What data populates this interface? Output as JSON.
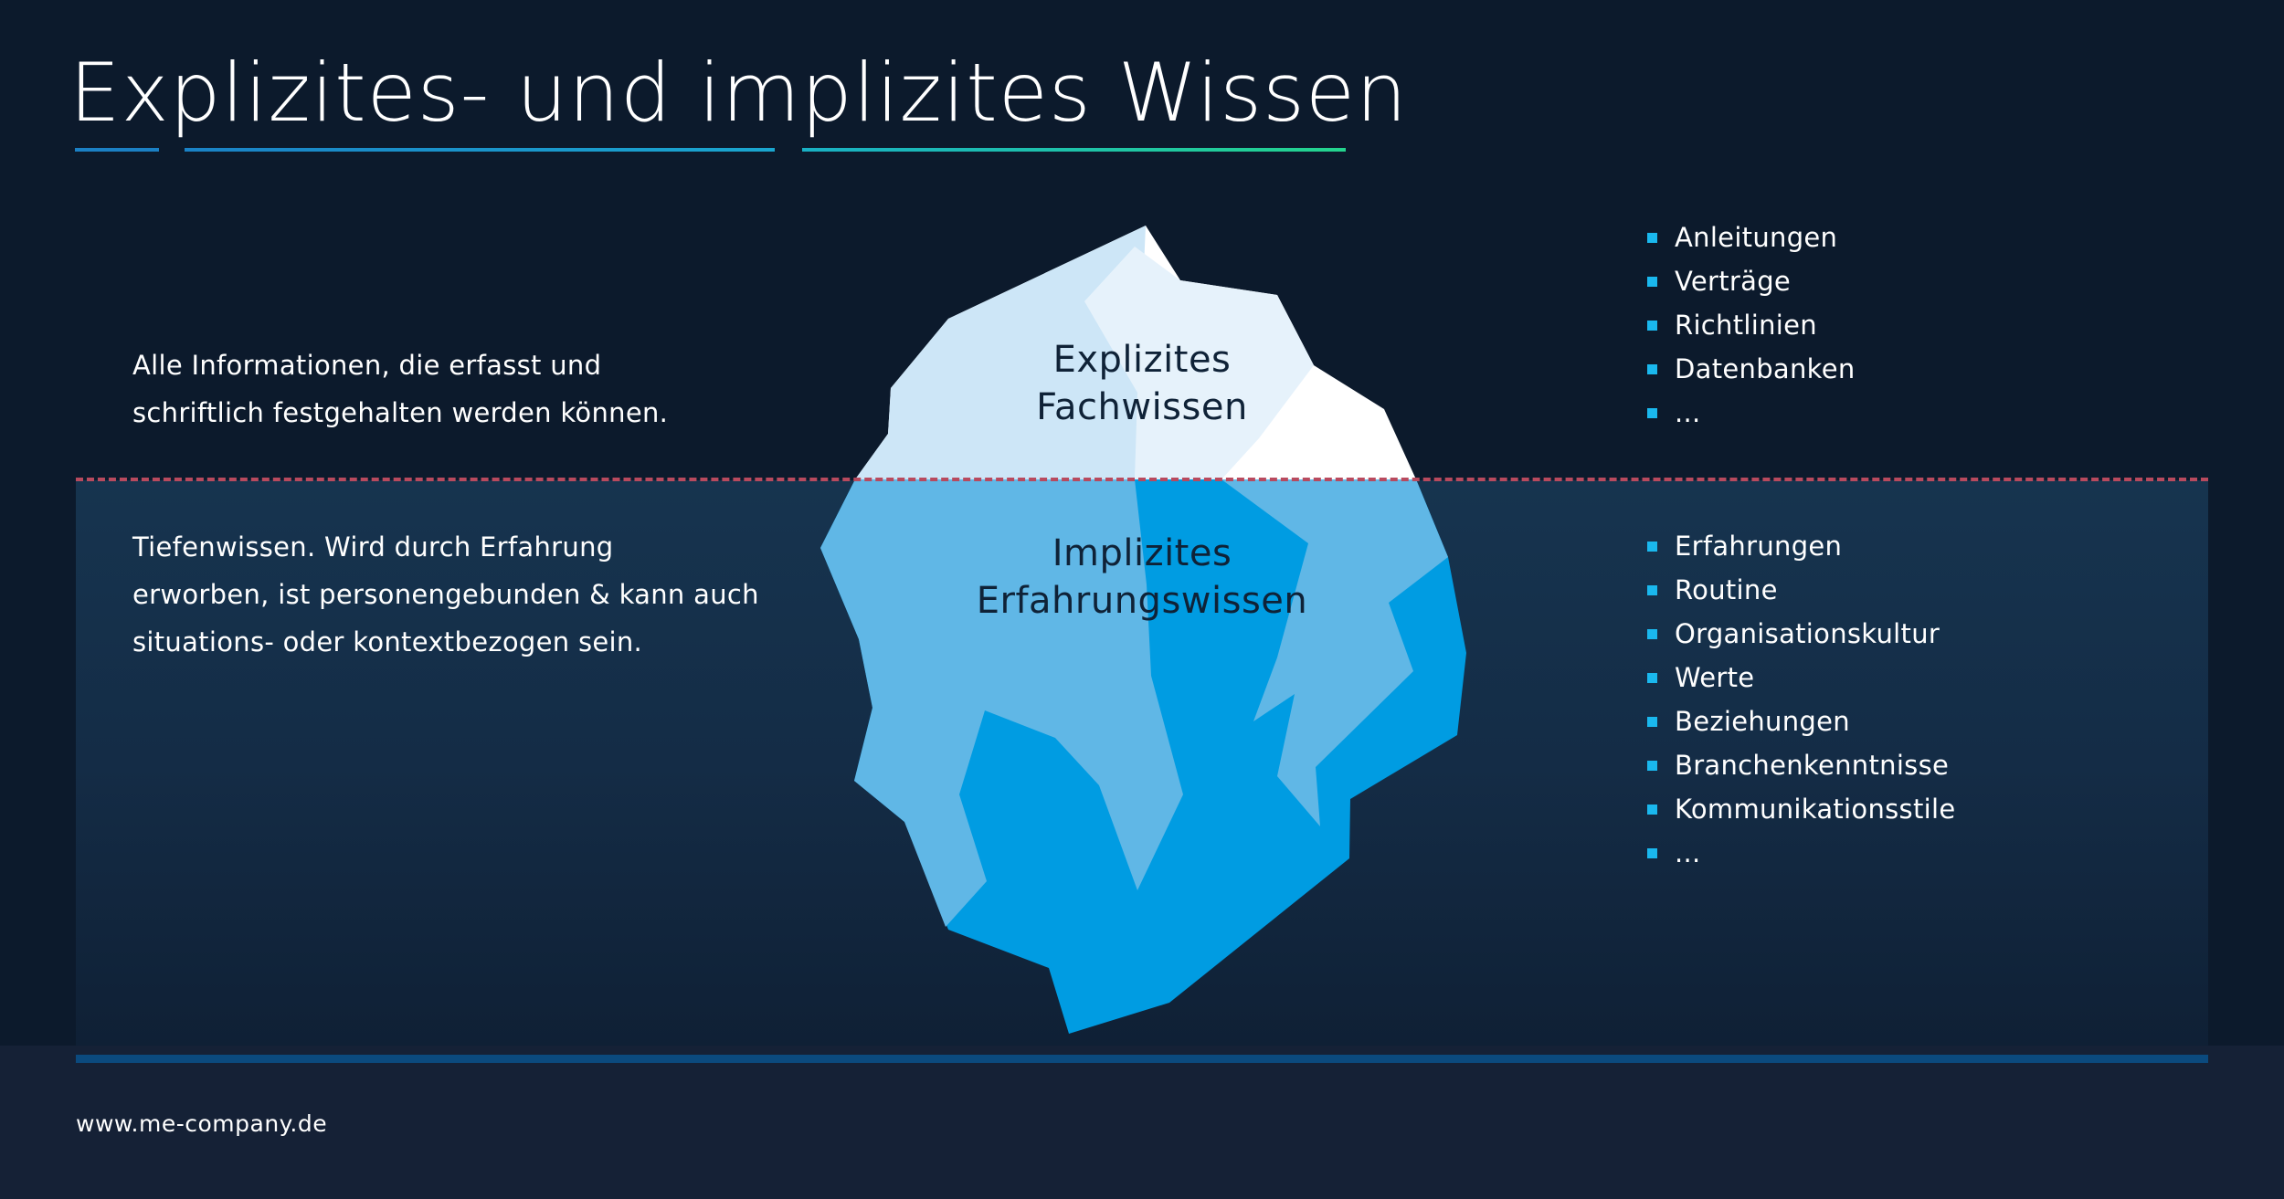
{
  "title": "Explizites- und implizites Wissen",
  "iceberg": {
    "above_label": "Explizites\nFachwissen",
    "below_label": "Implizites\nErfahrungswissen"
  },
  "explicit": {
    "description": "Alle Informationen, die erfasst und\nschriftlich festgehalten werden können.",
    "items": [
      "Anleitungen",
      "Verträge",
      "Richtlinien",
      "Datenbanken",
      "..."
    ]
  },
  "implicit": {
    "description": "Tiefenwissen. Wird durch Erfahrung\nerworben, ist personengebunden & kann auch\nsituations- oder kontextbezogen sein.",
    "items": [
      "Erfahrungen",
      "Routine",
      "Organisationskultur",
      "Werte",
      "Beziehungen",
      "Branchenkenntnisse",
      "Kommunikationsstile",
      "..."
    ]
  },
  "footer": {
    "url": "www.me-company.de"
  },
  "colors": {
    "background": "#0c1a2c",
    "underwater": "#16344f",
    "waterline": "#b84a5e",
    "bullet": "#1ab8ee",
    "ice_light": "#cde6f7",
    "ice_mid": "#60b7e6",
    "ice_deep": "#009ce2"
  }
}
